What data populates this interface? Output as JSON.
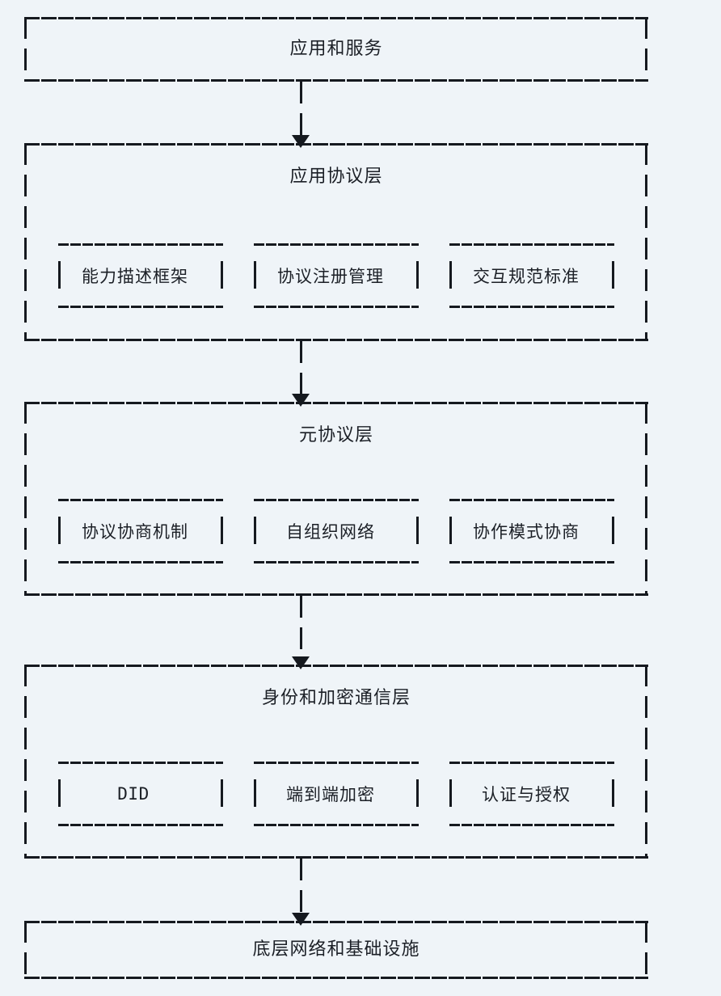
{
  "diagram": {
    "type": "layered-architecture",
    "title": "",
    "background_color": "#eff4f8",
    "line_color": "#15191f",
    "style": "ascii-art-boxes",
    "layers": [
      {
        "id": "application-and-services",
        "title": "应用和服务",
        "components": []
      },
      {
        "id": "application-protocol-layer",
        "title": "应用协议层",
        "components": [
          {
            "label": "能力描述框架",
            "mono": false
          },
          {
            "label": "协议注册管理",
            "mono": false
          },
          {
            "label": "交互规范标准",
            "mono": false
          }
        ]
      },
      {
        "id": "meta-protocol-layer",
        "title": "元协议层",
        "components": [
          {
            "label": "协议协商机制",
            "mono": false
          },
          {
            "label": "自组织网络",
            "mono": false
          },
          {
            "label": "协作模式协商",
            "mono": false
          }
        ]
      },
      {
        "id": "identity-and-encrypted-communication-layer",
        "title": "身份和加密通信层",
        "components": [
          {
            "label": "DID",
            "mono": true
          },
          {
            "label": "端到端加密",
            "mono": false
          },
          {
            "label": "认证与授权",
            "mono": false
          }
        ]
      },
      {
        "id": "underlying-network-and-infrastructure",
        "title": "底层网络和基础设施",
        "components": []
      }
    ],
    "connectors": [
      {
        "from": "应用和服务",
        "to": "应用协议层",
        "arrow": "down"
      },
      {
        "from": "应用协议层",
        "to": "元协议层",
        "arrow": "down"
      },
      {
        "from": "元协议层",
        "to": "身份和加密通信层",
        "arrow": "down"
      },
      {
        "from": "身份和加密通信层",
        "to": "底层网络和基础设施",
        "arrow": "down"
      }
    ]
  }
}
